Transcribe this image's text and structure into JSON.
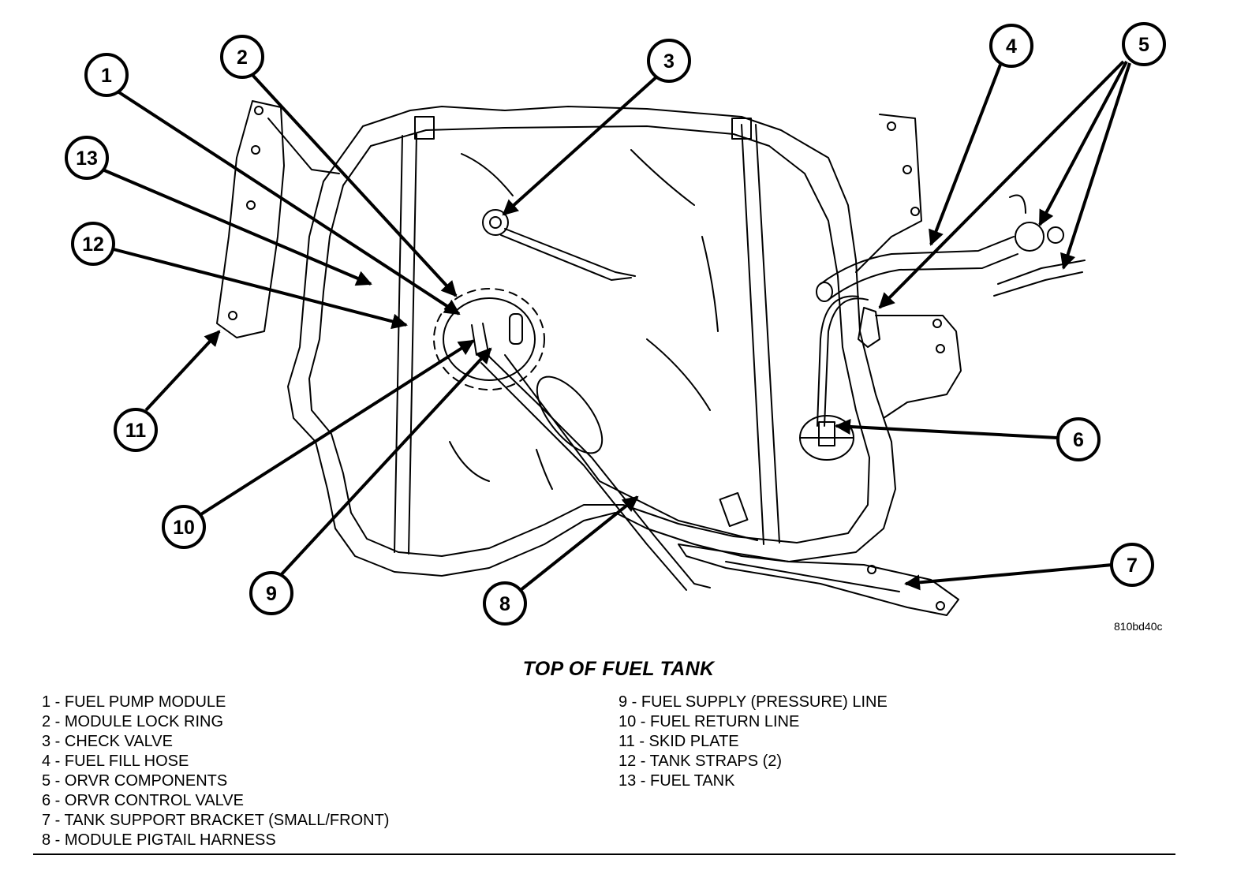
{
  "caption": "TOP OF FUEL TANK",
  "figure_code": "810bd40c",
  "callouts": [
    {
      "num": "1",
      "name": "callout-1-fuel-pump-module"
    },
    {
      "num": "2",
      "name": "callout-2-module-lock-ring"
    },
    {
      "num": "3",
      "name": "callout-3-check-valve"
    },
    {
      "num": "4",
      "name": "callout-4-fuel-fill-hose"
    },
    {
      "num": "5",
      "name": "callout-5-orvr-components"
    },
    {
      "num": "6",
      "name": "callout-6-orvr-control-valve"
    },
    {
      "num": "7",
      "name": "callout-7-tank-support-bracket"
    },
    {
      "num": "8",
      "name": "callout-8-module-pigtail-harness"
    },
    {
      "num": "9",
      "name": "callout-9-fuel-supply-line"
    },
    {
      "num": "10",
      "name": "callout-10-fuel-return-line"
    },
    {
      "num": "11",
      "name": "callout-11-skid-plate"
    },
    {
      "num": "12",
      "name": "callout-12-tank-straps"
    },
    {
      "num": "13",
      "name": "callout-13-fuel-tank"
    }
  ],
  "legend": {
    "left": [
      "1 - FUEL PUMP MODULE",
      "2 - MODULE LOCK RING",
      "3 - CHECK VALVE",
      "4 - FUEL FILL HOSE",
      "5 - ORVR COMPONENTS",
      "6 - ORVR CONTROL VALVE",
      "7 - TANK SUPPORT BRACKET (SMALL/FRONT)",
      "8 - MODULE PIGTAIL HARNESS"
    ],
    "right": [
      "9 - FUEL SUPPLY (PRESSURE) LINE",
      "10 - FUEL RETURN LINE",
      "11 - SKID PLATE",
      "12 - TANK STRAPS (2)",
      "13 - FUEL TANK"
    ]
  }
}
